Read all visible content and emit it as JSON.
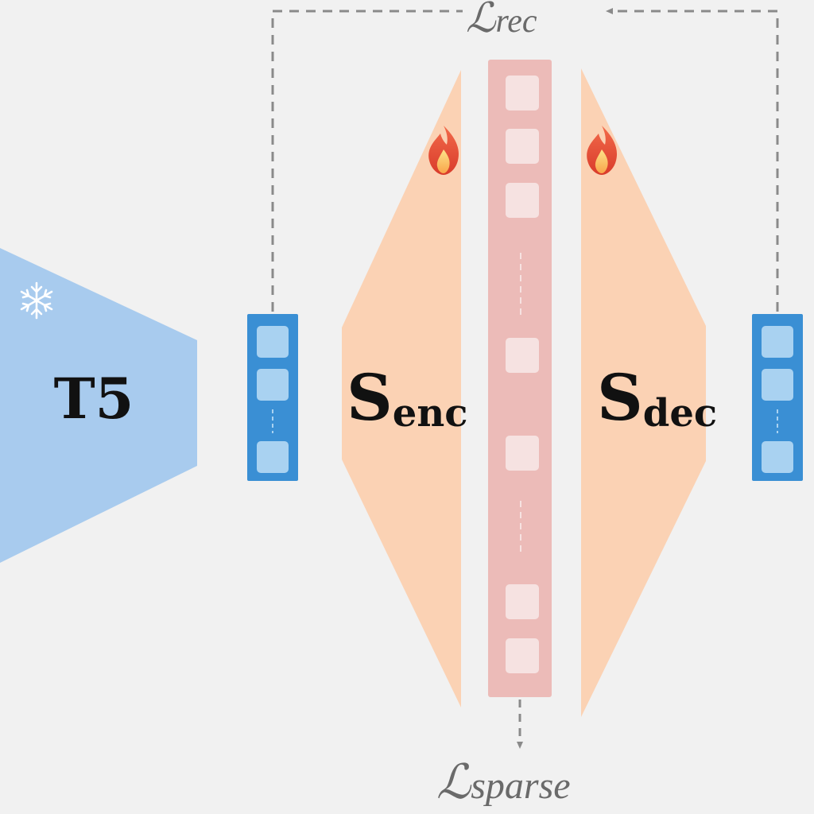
{
  "encoder": {
    "name": "T5",
    "status_icon": "snowflake-icon"
  },
  "sparse_encoder": {
    "main": "S",
    "sub": "enc",
    "status_icon": "flame-icon"
  },
  "sparse_decoder": {
    "main": "S",
    "sub": "dec",
    "status_icon": "flame-icon"
  },
  "losses": {
    "reconstruction": {
      "symbol": "ℒ",
      "sub": "rec"
    },
    "sparsity": {
      "symbol": "ℒ",
      "sub": "sparse"
    }
  },
  "colors": {
    "background": "#f1f1f1",
    "t5_trapezoid": "#a8cbee",
    "embedding_bar": "#3a8fd4",
    "embedding_cell": "#a9d2f1",
    "sparse_module": "#fbd2b4",
    "latent_bar": "#ecbbb8",
    "latent_cell": "#f6e2e1",
    "dashed_arrow": "#8a8a8a",
    "loss_text": "#6a6a6a"
  }
}
